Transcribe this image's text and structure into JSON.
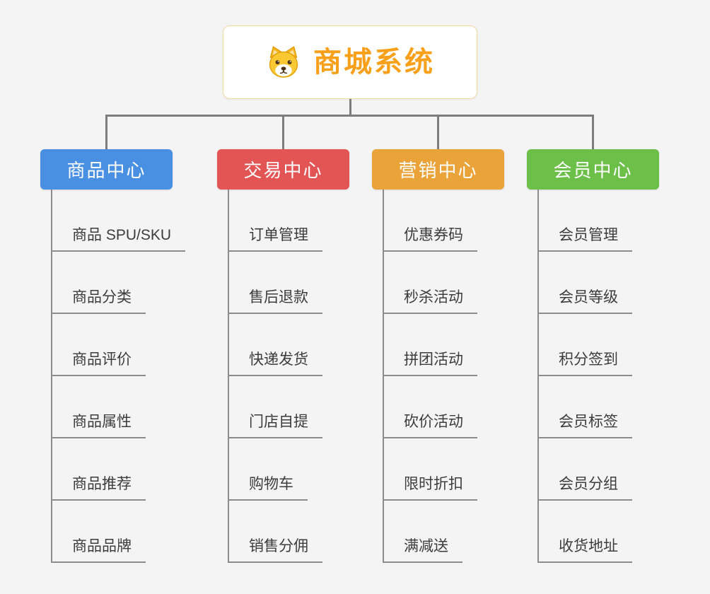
{
  "root": {
    "title": "商城系统",
    "icon": "dog-face-icon",
    "title_color": "#f9a01b"
  },
  "branches": [
    {
      "label": "商品中心",
      "color": "#4a90e2",
      "children": [
        "商品 SPU/SKU",
        "商品分类",
        "商品评价",
        "商品属性",
        "商品推荐",
        "商品品牌"
      ]
    },
    {
      "label": "交易中心",
      "color": "#e35454",
      "children": [
        "订单管理",
        "售后退款",
        "快递发货",
        "门店自提",
        "购物车",
        "销售分佣"
      ]
    },
    {
      "label": "营销中心",
      "color": "#eaa338",
      "children": [
        "优惠券码",
        "秒杀活动",
        "拼团活动",
        "砍价活动",
        "限时折扣",
        "满减送"
      ]
    },
    {
      "label": "会员中心",
      "color": "#6cbf49",
      "children": [
        "会员管理",
        "会员等级",
        "积分签到",
        "会员标签",
        "会员分组",
        "收货地址"
      ]
    }
  ]
}
